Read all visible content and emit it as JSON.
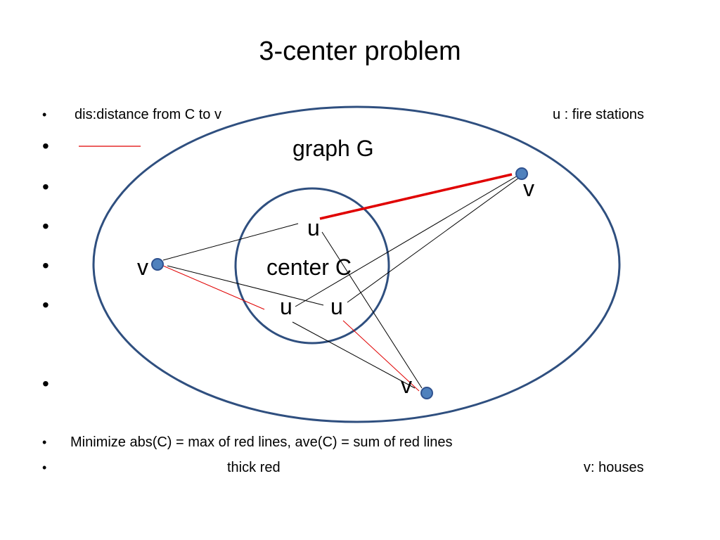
{
  "title": "3-center problem",
  "bullet_glyph": "•",
  "lines": {
    "line1_left": "dis:distance from C to v",
    "line1_right": "u : fire stations",
    "graph_label": "graph G",
    "center_label": "center C",
    "minimize": "Minimize abs(C)  = max of red lines,    ave(C) = sum of red lines",
    "thick_red": "thick red",
    "houses": "v: houses"
  },
  "nodes": {
    "v_top_right": "v",
    "v_left": "v",
    "v_bottom": "v",
    "u_top": "u",
    "u_bottom_left": "u",
    "u_bottom_right": "u"
  },
  "colors": {
    "ellipse_stroke": "#2f4f7f",
    "red_line": "#e00000",
    "black_line": "#000000",
    "node_fill": "#4f81bd",
    "node_stroke": "#2f528f"
  }
}
